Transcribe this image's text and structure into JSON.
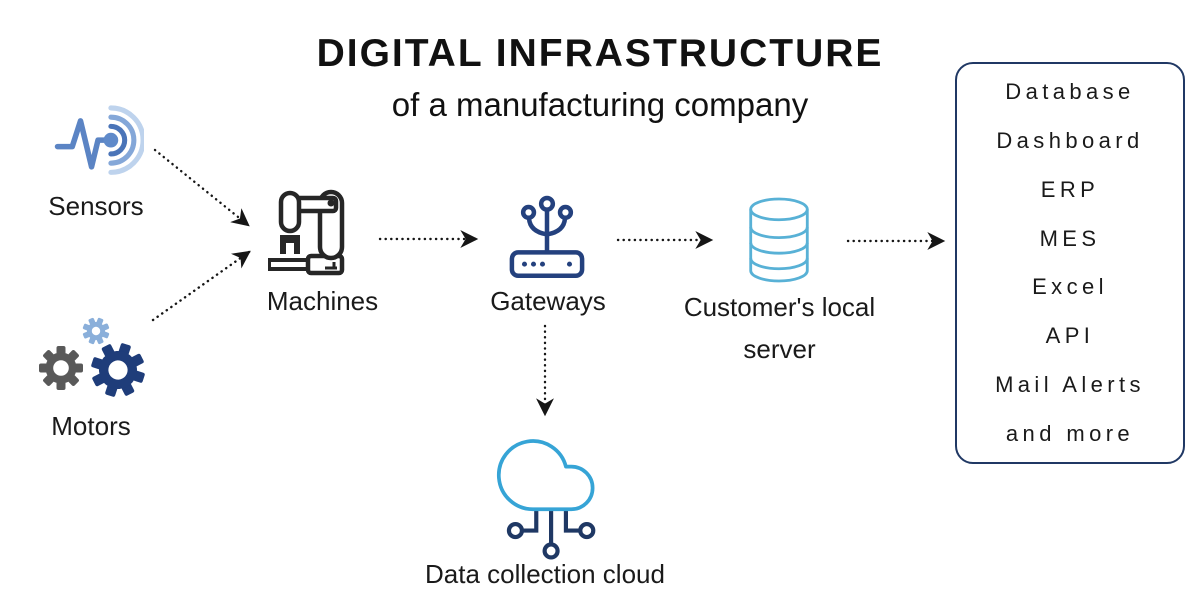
{
  "title": "DIGITAL INFRASTRUCTURE",
  "subtitle": "of a manufacturing company",
  "nodes": {
    "sensors": {
      "label": "Sensors"
    },
    "motors": {
      "label": "Motors"
    },
    "machines": {
      "label": "Machines"
    },
    "gateways": {
      "label": "Gateways"
    },
    "server": {
      "label_line1": "Customer's local",
      "label_line2": "server"
    },
    "cloud": {
      "label": "Data collection cloud"
    }
  },
  "outputs_panel": {
    "items": [
      "Database",
      "Dashboard",
      "ERP",
      "MES",
      "Excel",
      "API",
      "Mail Alerts",
      "and more"
    ]
  },
  "flows": [
    {
      "from": "sensors",
      "to": "machines"
    },
    {
      "from": "motors",
      "to": "machines"
    },
    {
      "from": "machines",
      "to": "gateways"
    },
    {
      "from": "gateways",
      "to": "server"
    },
    {
      "from": "server",
      "to": "outputs-panel"
    },
    {
      "from": "gateways",
      "to": "cloud"
    }
  ],
  "colors": {
    "ink": "#1a1a1a",
    "navy": "#24417e",
    "dark_navy": "#1f3864",
    "sky_blue": "#36a4d6",
    "server_blue": "#58b1d6",
    "steel_blue": "#5b84c4",
    "arc_inner": "#4a74b8",
    "arc_mid": "#84a7d8",
    "arc_outer": "#bed3ed",
    "light_steel_gear": "#8aafda",
    "gray_gear": "#595959",
    "panel_border": "#203864",
    "machine_ink": "#262626"
  }
}
